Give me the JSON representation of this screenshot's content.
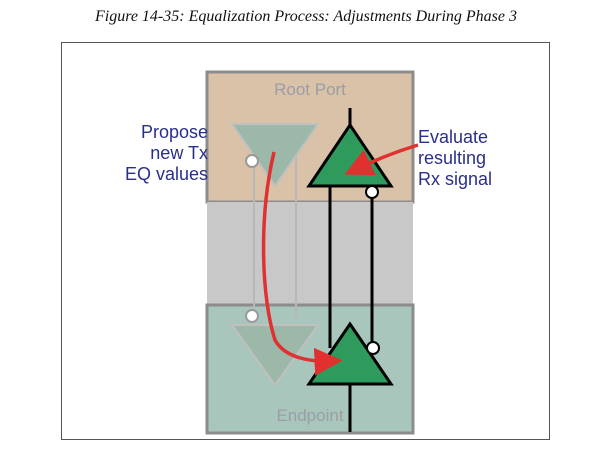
{
  "figure": {
    "caption": "Figure 14-35: Equalization Process: Adjustments During Phase 3"
  },
  "diagram": {
    "top_box_label": "Root Port",
    "bottom_box_label": "Endpoint",
    "left_label_lines": [
      "Propose",
      "new Tx",
      "EQ values"
    ],
    "right_label_lines": [
      "Evaluate",
      "resulting",
      "Rx signal"
    ]
  },
  "colors": {
    "root_port_fill": "#d9c2a7",
    "endpoint_fill": "#a8c6bb",
    "middle_fill": "#c8c8c8",
    "active_triangle": "#2e9a5c",
    "faded_triangle": "#9bb8a8",
    "arrow": "#e03030",
    "label_text": "#2a2f8a"
  }
}
